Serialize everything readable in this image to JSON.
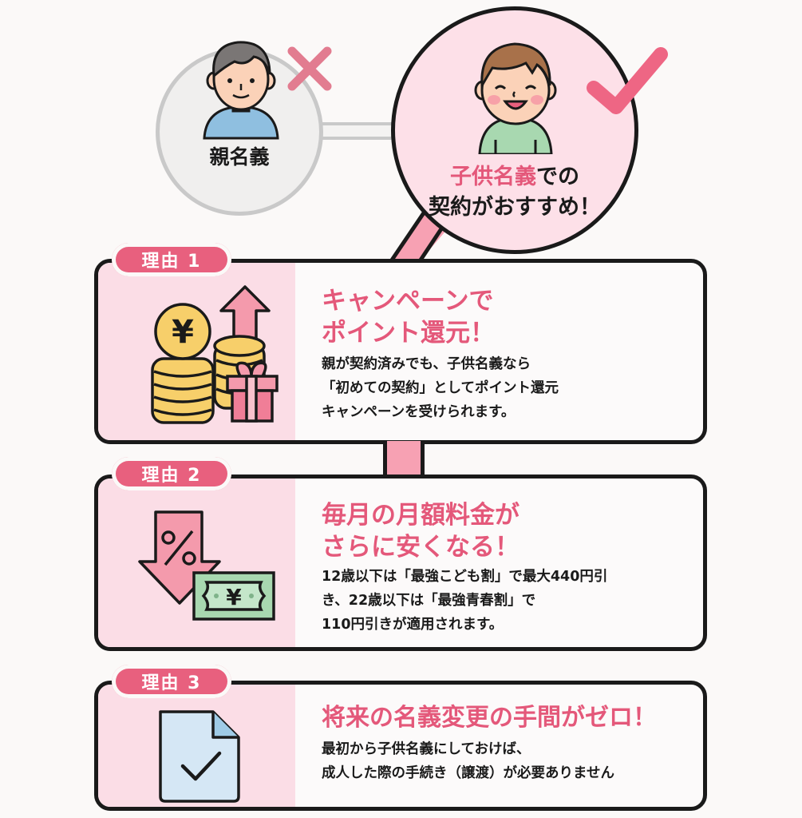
{
  "header": {
    "parent_option": {
      "label": "親名義",
      "status_icon": "cross-icon",
      "status": "not-recommended"
    },
    "child_option": {
      "label_highlight": "子供名義",
      "label_rest_line1": "での",
      "label_line2": "契約がおすすめ！",
      "status_icon": "check-icon",
      "status": "recommended"
    }
  },
  "reasons": [
    {
      "badge": "理由 1",
      "icon": "yen-coins-gift-icon",
      "title": "キャンペーンで\nポイント還元！",
      "body": "親が契約済みでも、子供名義なら\n「初めての契約」としてポイント還元\nキャンペーンを受けられます。"
    },
    {
      "badge": "理由 2",
      "icon": "discount-banknote-icon",
      "title": "毎月の月額料金が\nさらに安くなる！",
      "body": "12歳以下は「最強こども割」で最大440円引\nき、22歳以下は「最強青春割」で\n110円引きが適用されます。"
    },
    {
      "badge": "理由 3",
      "icon": "document-check-icon",
      "title": "将来の名義変更の手間がゼロ！",
      "body": "最初から子供名義にしておけば、\n成人した際の手続き（譲渡）が必要ありません"
    }
  ],
  "colors": {
    "accent_pink": "#e8607e",
    "title_pink": "#e4587a",
    "panel_pink": "#fbdde6",
    "circle_pink": "#fde0e8",
    "connector_pink": "#f7a1b3",
    "outline": "#1a1a1a",
    "background": "#fbf9f8"
  }
}
